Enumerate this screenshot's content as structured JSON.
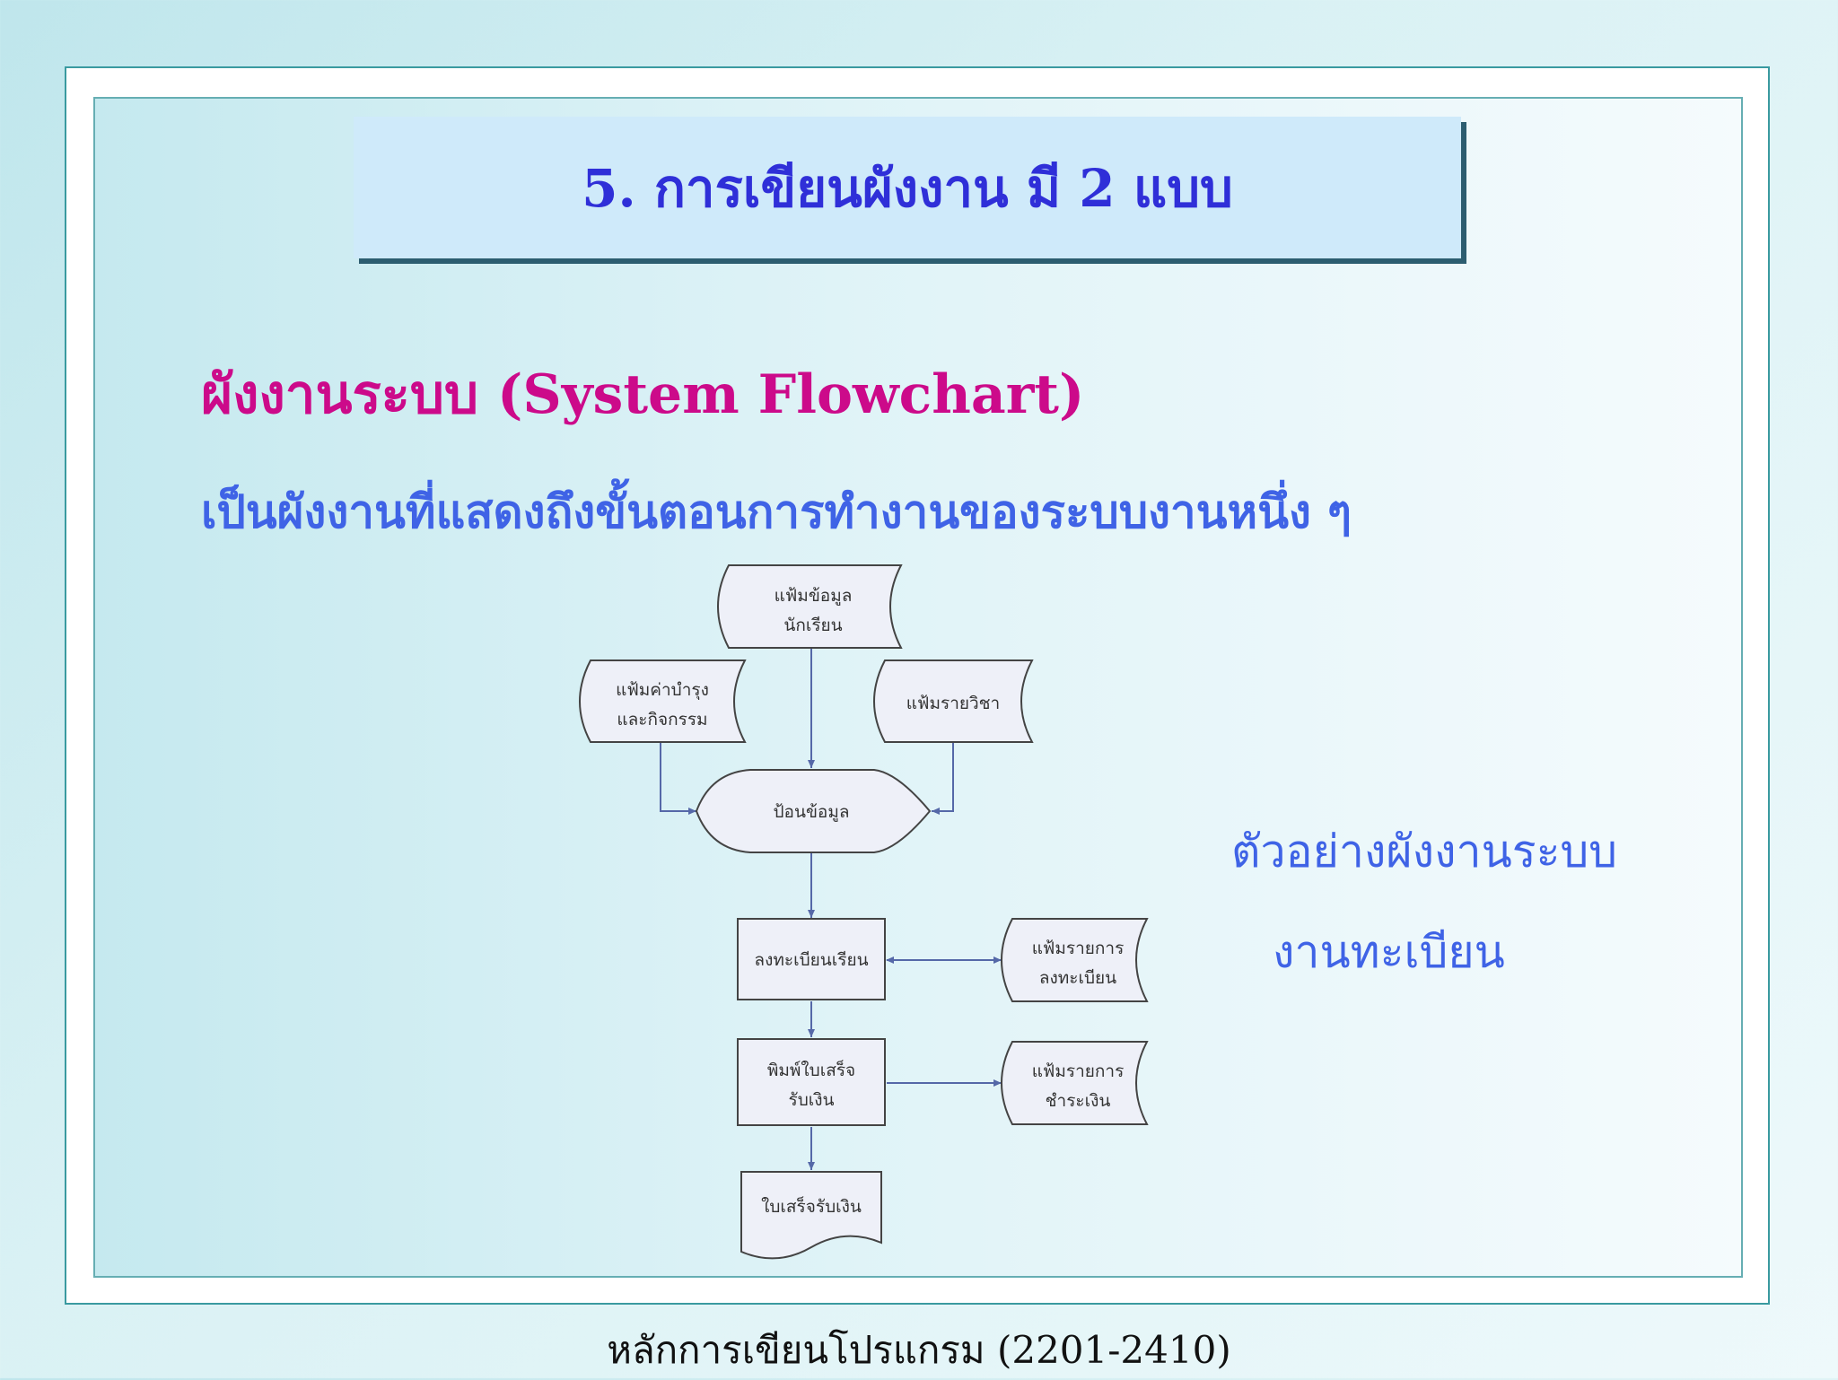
{
  "title": "5.  การเขียนผังงาน มี 2 แบบ",
  "heading": "ผังงานระบบ (System Flowchart)",
  "description": "เป็นผังงานที่แสดงถึงขั้นตอนการทำงานของระบบงานหนึ่ง ๆ",
  "caption": [
    "ตัวอย่างผังงานระบบ",
    "งานทะเบียน"
  ],
  "footer": "หลักการเขียนโปรแกรม (2201-2410)",
  "flowchart": {
    "student_file": [
      "แฟ้มข้อมูล",
      "นักเรียน"
    ],
    "fee_file": [
      "แฟ้มค่าบำรุง",
      "และกิจกรรม"
    ],
    "course_file": [
      "แฟ้มรายวิชา"
    ],
    "input": [
      "ป้อนข้อมูล"
    ],
    "register": [
      "ลงทะเบียนเรียน"
    ],
    "register_file": [
      "แฟ้มรายการ",
      "ลงทะเบียน"
    ],
    "print_receipt": [
      "พิมพ์ใบเสร็จ",
      "รับเงิน"
    ],
    "payment_file": [
      "แฟ้มรายการ",
      "ชำระเงิน"
    ],
    "receipt": [
      "ใบเสร็จรับเงิน"
    ]
  },
  "colors": {
    "title": "#2f2fd8",
    "heading": "#cc0a8a",
    "body": "#3f63e6",
    "frame": "#3a9aa0",
    "shape_fill": "#eef0f8",
    "shape_stroke": "#444444",
    "arrow": "#5568a8"
  }
}
